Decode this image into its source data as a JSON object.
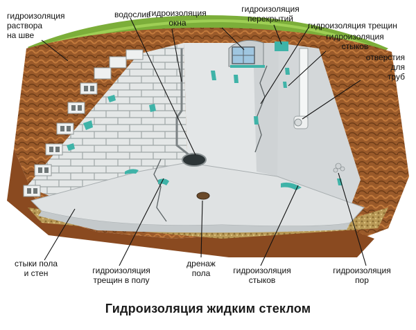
{
  "labels": {
    "mortar_seams": "гидроизоляция\nраствора\nна шве",
    "drain": "водослив",
    "window": "гидроизоляция\nокна",
    "slabs": "гидроизоляция\nперекрытий",
    "cracks": "гидроизоляция трещин",
    "joints_top": "гидроизоляция\nстыков",
    "pipe_holes": "отверстия\nдля\nтруб",
    "floor_wall_joints": "стыки пола\nи стен",
    "floor_cracks": "гидроизоляция\nтрещин в полу",
    "floor_drain": "дренаж\nпола",
    "joints_bottom": "гидроизоляция\nстыков",
    "pores": "гидроизоляция\nпор"
  },
  "caption": "Гидроизоляция жидким стеклом",
  "colors": {
    "grass": "#7cae3a",
    "soil": "#9a5a2a",
    "concrete": "#dfe2e3",
    "blocks": "#e6e8e8",
    "sealant": "#3fb3a8"
  }
}
